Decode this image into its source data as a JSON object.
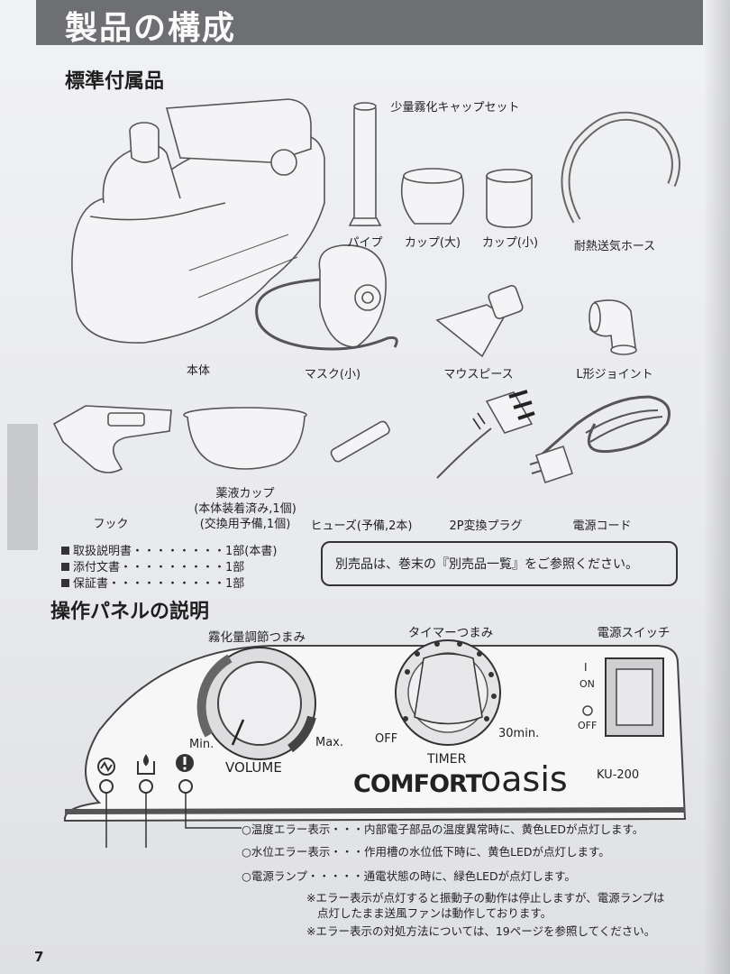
{
  "header": {
    "title": "製品の構成"
  },
  "sections": {
    "standard_accessories": "標準付属品",
    "panel_description": "操作パネルの説明"
  },
  "components": {
    "cap_set": "少量霧化キャップセット",
    "pipe": "パイプ",
    "cup_large": "カップ(大)",
    "cup_small": "カップ(小)",
    "hose": "耐熱送気ホース",
    "body": "本体",
    "mask": "マスク(小)",
    "mouthpiece": "マウスピース",
    "l_joint": "L形ジョイント",
    "hook": "フック",
    "medicine_cup": [
      "薬液カップ",
      "(本体装着済み,1個)",
      "(交換用予備,1個)"
    ],
    "fuse": "ヒューズ(予備,2本)",
    "plug_adapter": "2P変換プラグ",
    "power_cord": "電源コード"
  },
  "documents": [
    {
      "name": "取扱説明書",
      "qty": "1部(本書)"
    },
    {
      "name": "添付文書",
      "qty": "1部"
    },
    {
      "name": "保証書",
      "qty": "1部"
    }
  ],
  "notice": "別売品は、巻末の『別売品一覧』をご参照ください。",
  "panel": {
    "volume_knob": "霧化量調節つまみ",
    "timer_knob": "タイマーつまみ",
    "power_switch": "電源スイッチ",
    "min": "Min.",
    "max": "Max.",
    "volume": "VOLUME",
    "off": "OFF",
    "timer_max": "30min.",
    "timer": "TIMER",
    "on_mark": "I",
    "on": "ON",
    "off_mark": "O",
    "off2": "OFF",
    "brand_comfort": "COMFORT",
    "brand_oasis": "oasis",
    "model": "KU-200"
  },
  "indicators": [
    {
      "name": "○温度エラー表示",
      "dots": "・・・",
      "desc": "内部電子部品の温度異常時に、黄色LEDが点灯します。"
    },
    {
      "name": "○水位エラー表示",
      "dots": "・・・",
      "desc": "作用槽の水位低下時に、黄色LEDが点灯します。"
    },
    {
      "name": "○電源ランプ",
      "dots": "・・・・・",
      "desc": "通電状態の時に、緑色LEDが点灯します。"
    }
  ],
  "notes": [
    "※エラー表示が点灯すると振動子の動作は停止しますが、電源ランプは",
    "点灯したまま送風ファンは動作しております。",
    "※エラー表示の対処方法については、19ページを参照してください。"
  ],
  "page_number": "7"
}
